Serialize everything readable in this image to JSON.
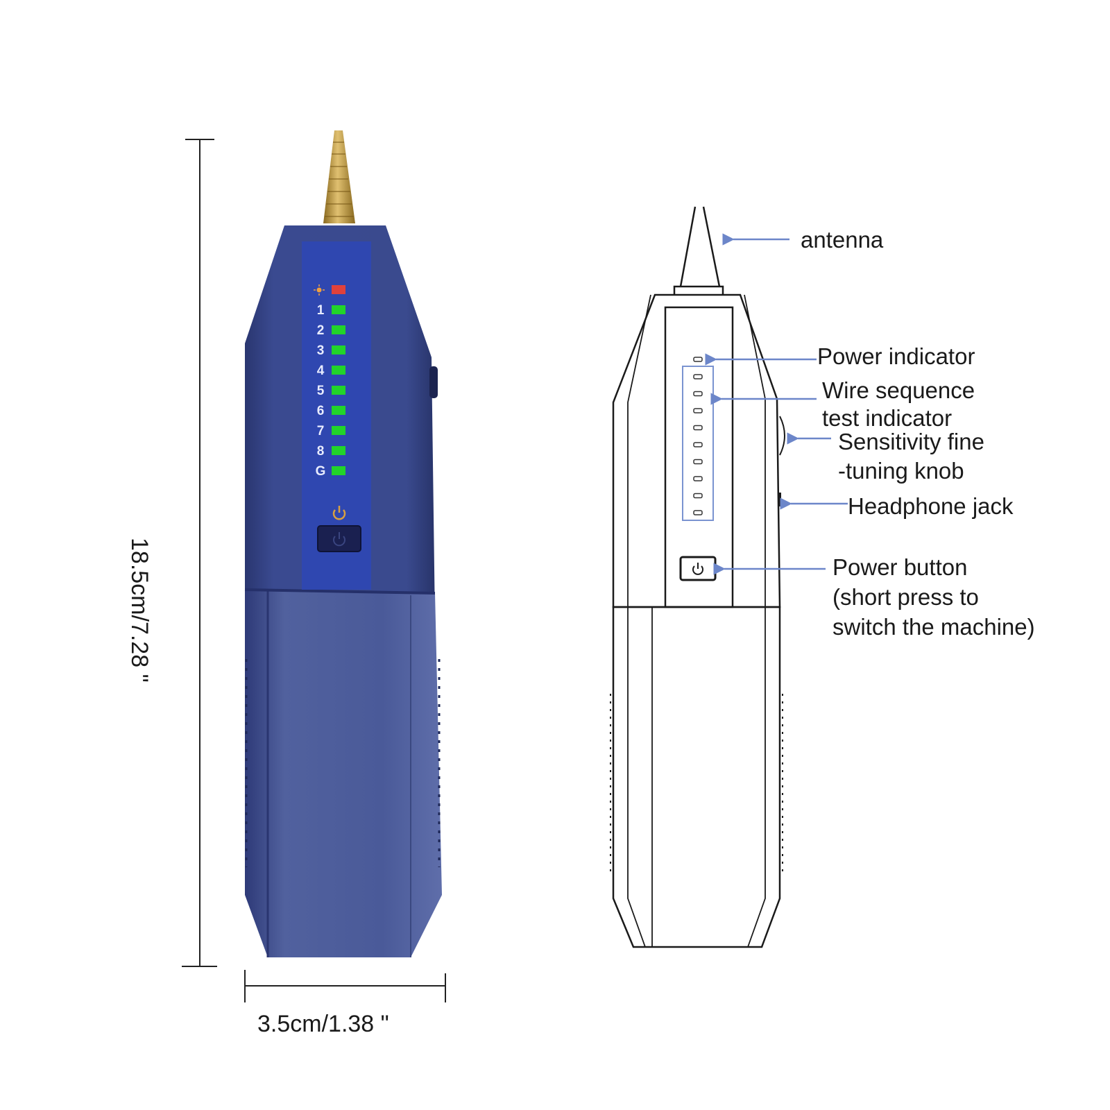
{
  "dimensions": {
    "height": "18.5cm/7.28 \"",
    "width": "3.5cm/1.38 \""
  },
  "device": {
    "led_labels": [
      "1",
      "2",
      "3",
      "4",
      "5",
      "6",
      "7",
      "8",
      "G"
    ],
    "colors": {
      "body": "#3b4a8c",
      "body_dark": "#2b376e",
      "panel": "#2f47b0",
      "led_green": "#22d42a",
      "led_red": "#e0413c",
      "antenna": "#c9a24a"
    },
    "icons": [
      "power-icon",
      "sun-icon"
    ]
  },
  "callouts": {
    "antenna": "antenna",
    "power_indicator": "Power indicator",
    "wire_sequence": [
      "Wire sequence",
      "test indicator"
    ],
    "sensitivity": [
      "Sensitivity fine",
      "-tuning knob"
    ],
    "headphone": "Headphone jack",
    "power_button": [
      "Power button",
      "(short press to",
      "switch the machine)"
    ]
  },
  "colors": {
    "arrow": "#6c86c9",
    "outline": "#1a1a1a"
  }
}
